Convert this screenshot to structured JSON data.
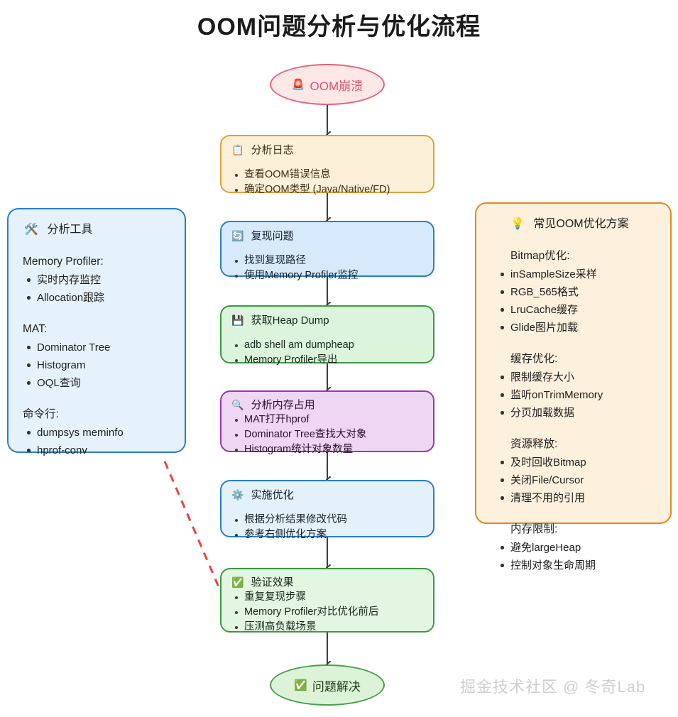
{
  "title": "OOM问题分析与优化流程",
  "watermark": "掘金技术社区 @ 冬奇Lab",
  "colors": {
    "start_border": "#e8607a",
    "start_fill": "#fde7e7",
    "orange_border": "#e0a23a",
    "orange_fill": "#fdf0d9",
    "blue_border": "#2b7fc4",
    "blue_fill": "#d7eafc",
    "green_border": "#3a9a41",
    "green_fill": "#ddf4dc",
    "purple_border": "#9b36b0",
    "purple_fill": "#efd6f3",
    "panel_right_border": "#e08a22",
    "panel_right_fill": "#fdf0dd",
    "arrow": "#3f3f3f",
    "dashed_link": "#e8453c"
  },
  "flow": {
    "start": {
      "icon": "rotating-light-icon",
      "glyph": "🚨",
      "label": "OOM崩溃"
    },
    "end": {
      "icon": "check-mark-button-icon",
      "glyph": "✅",
      "label": "问题解决"
    },
    "steps": [
      {
        "icon": "clipboard-icon",
        "glyph": "📋",
        "title": "分析日志",
        "items": [
          "查看OOM错误信息",
          "确定OOM类型 (Java/Native/FD)"
        ]
      },
      {
        "icon": "repeat-icon",
        "glyph": "🔄",
        "title": "复现问题",
        "items": [
          "找到复现路径",
          "使用Memory Profiler监控"
        ]
      },
      {
        "icon": "floppy-disk-icon",
        "glyph": "💾",
        "title": "获取Heap Dump",
        "items": [
          "adb shell am dumpheap",
          "Memory Profiler导出"
        ]
      },
      {
        "icon": "magnifying-glass-icon",
        "glyph": "🔍",
        "title": "分析内存占用",
        "items": [
          "MAT打开hprof",
          "Dominator Tree查找大对象",
          "Histogram统计对象数量"
        ]
      },
      {
        "icon": "gear-icon",
        "glyph": "⚙️",
        "title": "实施优化",
        "items": [
          "根据分析结果修改代码",
          "参考右侧优化方案"
        ]
      },
      {
        "icon": "check-mark-button-icon",
        "glyph": "✅",
        "title": "验证效果",
        "items": [
          "重复复现步骤",
          "Memory Profiler对比优化前后",
          "压测高负载场景"
        ]
      }
    ]
  },
  "left_panel": {
    "icon": "hammer-and-wrench-icon",
    "glyph": "🛠️",
    "title": "分析工具",
    "groups": [
      {
        "heading": "Memory Profiler:",
        "items": [
          "实时内存监控",
          "Allocation跟踪"
        ]
      },
      {
        "heading": "MAT:",
        "items": [
          "Dominator Tree",
          "Histogram",
          "OQL查询"
        ]
      },
      {
        "heading": "命令行:",
        "items": [
          "dumpsys meminfo",
          "hprof-conv"
        ]
      }
    ]
  },
  "right_panel": {
    "icon": "light-bulb-icon",
    "glyph": "💡",
    "title": "常见OOM优化方案",
    "groups": [
      {
        "heading": "Bitmap优化:",
        "items": [
          "inSampleSize采样",
          "RGB_565格式",
          "LruCache缓存",
          "Glide图片加载"
        ]
      },
      {
        "heading": "缓存优化:",
        "items": [
          "限制缓存大小",
          "监听onTrimMemory",
          "分页加载数据"
        ]
      },
      {
        "heading": "资源释放:",
        "items": [
          "及时回收Bitmap",
          "关闭File/Cursor",
          "清理不用的引用"
        ]
      },
      {
        "heading": "内存限制:",
        "items": [
          "避免largeHeap",
          "控制对象生命周期"
        ]
      }
    ]
  }
}
